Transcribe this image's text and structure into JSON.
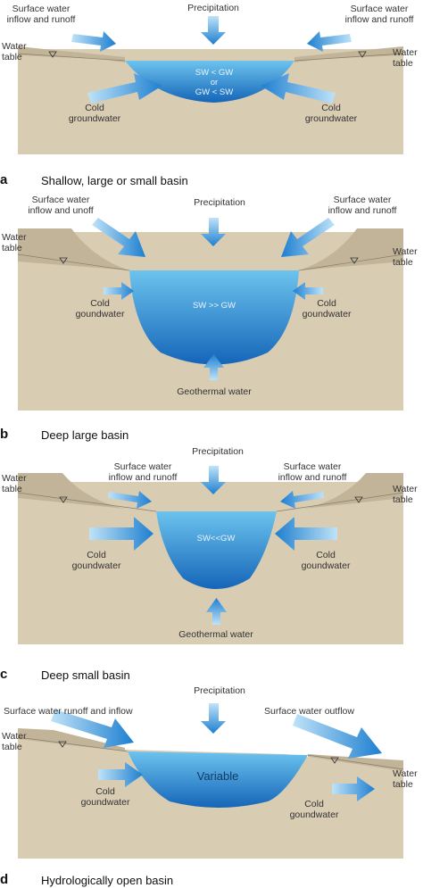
{
  "colors": {
    "soil": "#d8ccb3",
    "bank": "#c2b499",
    "water_dark": "#1565b8",
    "water_light": "#6cc3ee",
    "arrow": "#2a8ad8"
  },
  "panels": [
    {
      "letter": "a",
      "title": "Shallow, large or small basin",
      "precipitation": "Precipitation",
      "left_inflow": [
        "Surface water",
        "inflow and runoff"
      ],
      "right_inflow": [
        "Surface water",
        "inflow and runoff"
      ],
      "left_water_table": [
        "Water",
        "table"
      ],
      "right_water_table": [
        "Water",
        "table"
      ],
      "left_gw": [
        "Cold",
        "groundwater"
      ],
      "right_gw": [
        "Cold",
        "groundwater"
      ],
      "lake_text": [
        "SW < GW",
        "or",
        "GW < SW"
      ]
    },
    {
      "letter": "b",
      "title": "Deep large basin",
      "precipitation": "Precipitation",
      "left_inflow": [
        "Surface water",
        "inflow and unoff"
      ],
      "right_inflow": [
        "Surface water",
        "inflow and runoff"
      ],
      "left_water_table": [
        "Water",
        "table"
      ],
      "right_water_table": [
        "Water",
        "table"
      ],
      "left_gw": [
        "Cold",
        "goundwater"
      ],
      "right_gw": [
        "Cold",
        "goundwater"
      ],
      "lake_text": [
        "SW >> GW"
      ],
      "geothermal": "Geothermal water"
    },
    {
      "letter": "c",
      "title": "Deep small basin",
      "precipitation": "Precipitation",
      "left_inflow": [
        "Surface water",
        "inflow and runoff"
      ],
      "right_inflow": [
        "Surface water",
        "inflow and runoff"
      ],
      "left_water_table": [
        "Water",
        "table"
      ],
      "right_water_table": [
        "Water",
        "table"
      ],
      "left_gw": [
        "Cold",
        "goundwater"
      ],
      "right_gw": [
        "Cold",
        "goundwater"
      ],
      "lake_text": [
        "SW<<GW"
      ],
      "geothermal": "Geothermal water"
    },
    {
      "letter": "d",
      "title": "Hydrologically open basin",
      "precipitation": "Precipitation",
      "left_inflow": [
        "Surface water runoff and inflow"
      ],
      "right_outflow": [
        "Surface water outflow"
      ],
      "left_water_table": [
        "Water",
        "table"
      ],
      "right_water_table": [
        "Water",
        "table"
      ],
      "left_gw": [
        "Cold",
        "goundwater"
      ],
      "right_gw": [
        "Cold",
        "goundwater"
      ],
      "lake_text": [
        "Variable"
      ]
    }
  ]
}
